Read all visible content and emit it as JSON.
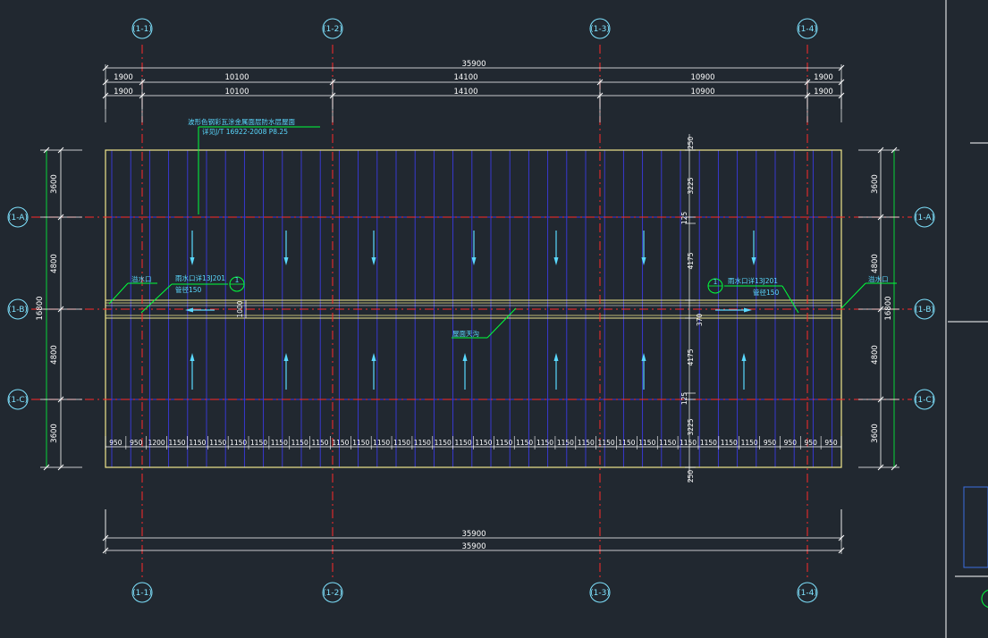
{
  "drawing": {
    "grid_axes_horizontal": [
      {
        "label": "(1-1)"
      },
      {
        "label": "(1-2)"
      },
      {
        "label": "(1-3)"
      },
      {
        "label": "(1-4)"
      }
    ],
    "grid_axes_vertical": [
      {
        "label": "(1-A)"
      },
      {
        "label": "(1-B)"
      },
      {
        "label": "(1-C)"
      }
    ],
    "top_dims": {
      "overall": "35900",
      "row1": [
        "1900",
        "10100",
        "14100",
        "10900",
        "1900"
      ],
      "row2": [
        "1900",
        "10100",
        "14100",
        "10900",
        "1900"
      ]
    },
    "bottom_dims": {
      "overall_1": "35900",
      "overall_2": "35900"
    },
    "left_dims": {
      "overall": "16800",
      "segments": [
        "3600",
        "4800",
        "4800",
        "3600"
      ]
    },
    "right_dims": {
      "overall": "16800",
      "segments": [
        "3600",
        "4800",
        "4800",
        "3600"
      ]
    },
    "mid_vertical_dims": {
      "top": "250",
      "a": "3225",
      "b": "125",
      "c": "4175",
      "mid": "370",
      "d": "4175",
      "e": "125",
      "f": "3225",
      "bottom": "250"
    },
    "purlin_dims": [
      "950",
      "950",
      "1200",
      "1150",
      "1150",
      "1150",
      "1150",
      "1150",
      "1150",
      "1150",
      "1150",
      "1150",
      "1150",
      "1150",
      "1150",
      "1150",
      "1150",
      "1150",
      "1150",
      "1150",
      "1150",
      "1150",
      "1150",
      "1150",
      "1150",
      "1150",
      "1150",
      "1150",
      "1150",
      "1150",
      "1150",
      "1150",
      "950",
      "950",
      "950",
      "950"
    ],
    "annotations": {
      "roof_note_1": "波形色钢彩瓦涂金属面层防水层屋面",
      "roof_note_2": "详见J/T 16922-2008 P8.25",
      "gutter_left": "溢水口",
      "gutter_right": "溢水口",
      "drain_left_1": "雨水口详13J201",
      "drain_left_2": "管径150",
      "drain_right_1": "雨水口详13J201",
      "drain_right_2": "管径150",
      "gutter_label": "屋面天沟",
      "gutter_width": "1000",
      "detail_no_left": "1",
      "detail_no_right": "1"
    },
    "colors": {
      "background": "#212830",
      "roof_outline": "#f0e68c",
      "axis_line": "#ff2a2a",
      "dim_line": "#ffffff",
      "leader": "#00ff3c",
      "rafter": "#3a3ae0",
      "arrow": "#5ad9ff"
    }
  }
}
